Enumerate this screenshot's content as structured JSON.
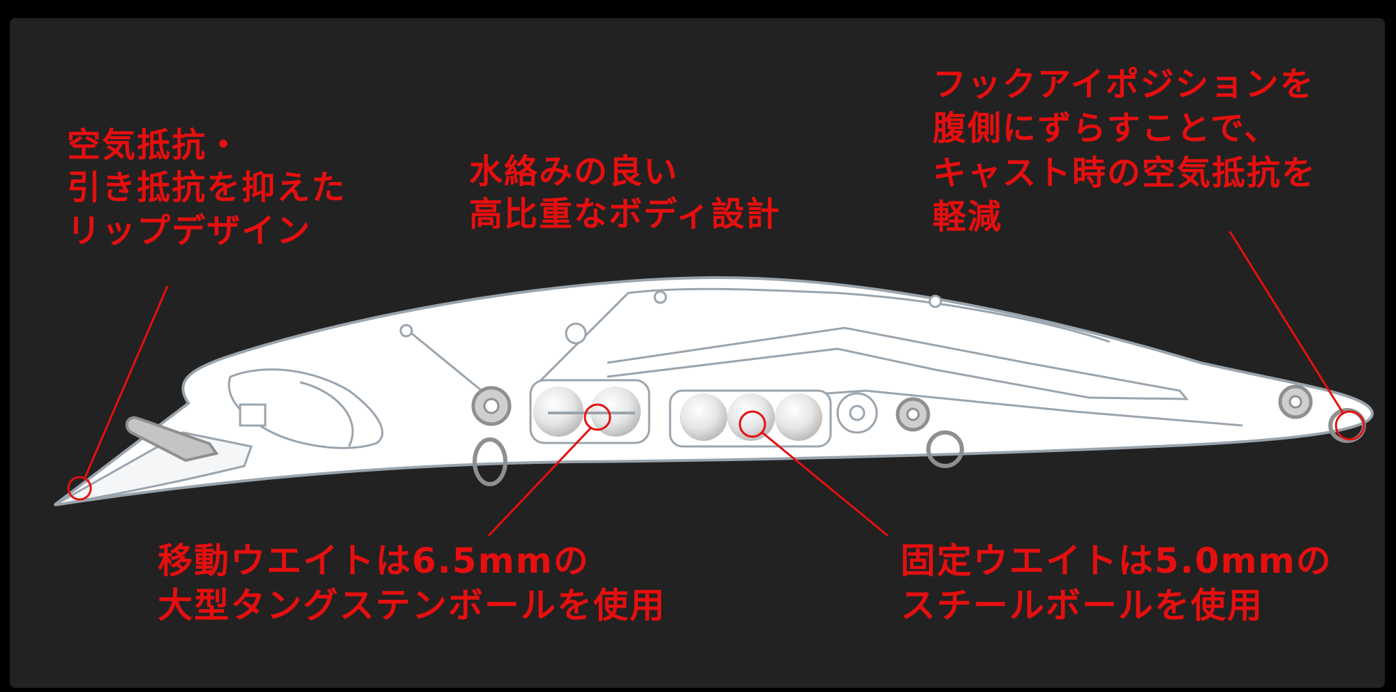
{
  "annotations": {
    "lip": {
      "lines": [
        "空気抵抗・",
        "引き抵抗を抑えた",
        "リップデザイン"
      ]
    },
    "body": {
      "lines": [
        "水絡みの良い",
        "高比重なボディ設計"
      ]
    },
    "hook": {
      "lines": [
        "フックアイポジションを",
        "腹側にずらすことで、",
        "キャスト時の空気抵抗を",
        "軽減"
      ]
    },
    "moving_weight": {
      "lines": [
        "移動ウエイトは6.5mmの",
        "大型タングステンボールを使用"
      ]
    },
    "fixed_weight": {
      "lines": [
        "固定ウエイトは5.0mmの",
        "スチールボールを使用"
      ]
    }
  },
  "colors": {
    "background": "#000000",
    "panel": "#222222",
    "annotation": "#e60f0f",
    "lure_body": "#ffffff",
    "lure_outline": "#9aa4ad",
    "hardware": "#8f8f8f"
  }
}
